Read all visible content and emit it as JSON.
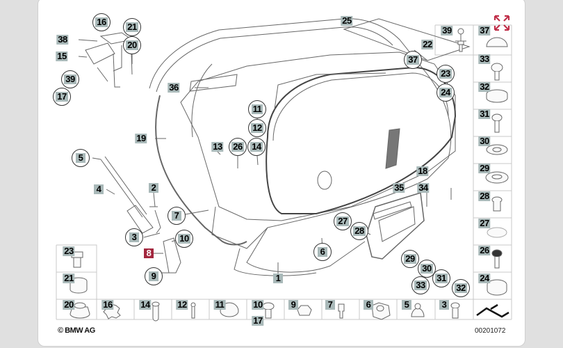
{
  "diagram": {
    "copyright": "© BMW AG",
    "image_number": "00201072",
    "selected_part": "8",
    "accent_color": "#a3273e",
    "callouts": [
      "16",
      "21",
      "38",
      "20",
      "15",
      "39",
      "17",
      "36",
      "25",
      "22",
      "37",
      "23",
      "24",
      "11",
      "12",
      "13",
      "26",
      "14",
      "19",
      "5",
      "18",
      "4",
      "2",
      "35",
      "34",
      "7",
      "27",
      "28",
      "3",
      "10",
      "8",
      "6",
      "29",
      "9",
      "1",
      "30",
      "31",
      "33",
      "32"
    ],
    "parts_grid": [
      "39",
      "37",
      "33",
      "32",
      "31",
      "30",
      "29",
      "28",
      "27",
      "26",
      "24",
      "23",
      "21",
      "20",
      "16",
      "14",
      "12",
      "11",
      "10",
      "17",
      "9",
      "7",
      "6",
      "5",
      "3"
    ]
  },
  "icons": {
    "expand": "expand-icon"
  }
}
